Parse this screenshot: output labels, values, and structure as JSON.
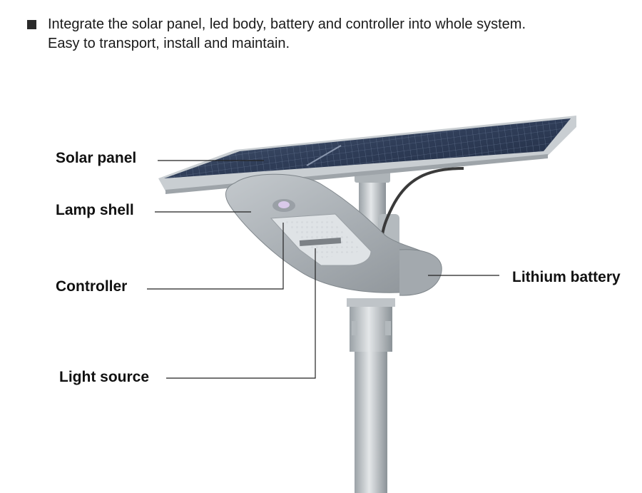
{
  "intro": {
    "line1": "Integrate the solar panel, led body, battery and controller into whole system.",
    "line2": "Easy to transport, install and maintain."
  },
  "labels": {
    "solar_panel": "Solar panel",
    "lamp_shell": "Lamp shell",
    "controller": "Controller",
    "light_source": "Light source",
    "lithium_battery": "Lithium battery"
  }
}
